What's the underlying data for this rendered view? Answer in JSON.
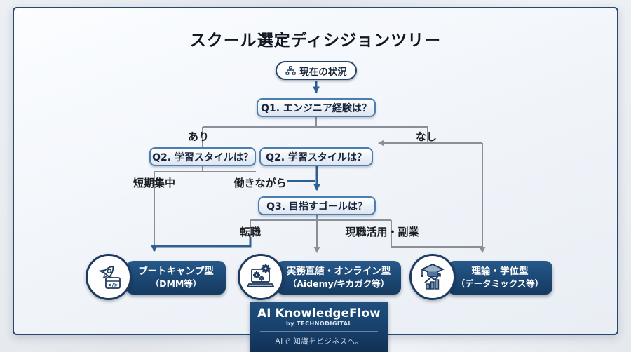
{
  "title": "スクール選定ディシジョンツリー",
  "tree": {
    "root": "現在の状況",
    "q1": "Q1. エンジニア経験は？",
    "q2_left": "Q2. 学習スタイルは？",
    "q2_right": "Q2. 学習スタイルは？",
    "q3": "Q3. 目指すゴールは？",
    "branches": {
      "yes": "あり",
      "no": "なし",
      "short_term": "短期集中",
      "while_working": "働きながら",
      "job_change": "転職",
      "current_side": "現職活用・副業"
    }
  },
  "results": [
    {
      "icon": "rocket-code-icon",
      "icon_glyph": "</>",
      "line1": "ブートキャンプ型",
      "line2": "（DMM等）"
    },
    {
      "icon": "laptop-gears-icon",
      "line1": "実務直結・オンライン型",
      "line2": "（Aidemy/キカガク等）"
    },
    {
      "icon": "graduation-chart-icon",
      "line1": "理論・学位型",
      "line2": "（データミックス等）"
    }
  ],
  "footer": {
    "brand": "AI KnowledgeFlow",
    "sub": "by TECHNODIGITAL",
    "tagline": "AIで 知識をビジネスへ。"
  },
  "colors": {
    "panel_border": "#27486f",
    "question_border": "#4a7db0",
    "connector_gray": "#8a8f99",
    "connector_blue": "#2e5f8f",
    "result_navy": "#1d4a77",
    "icon_navy": "#1e3a5f"
  }
}
